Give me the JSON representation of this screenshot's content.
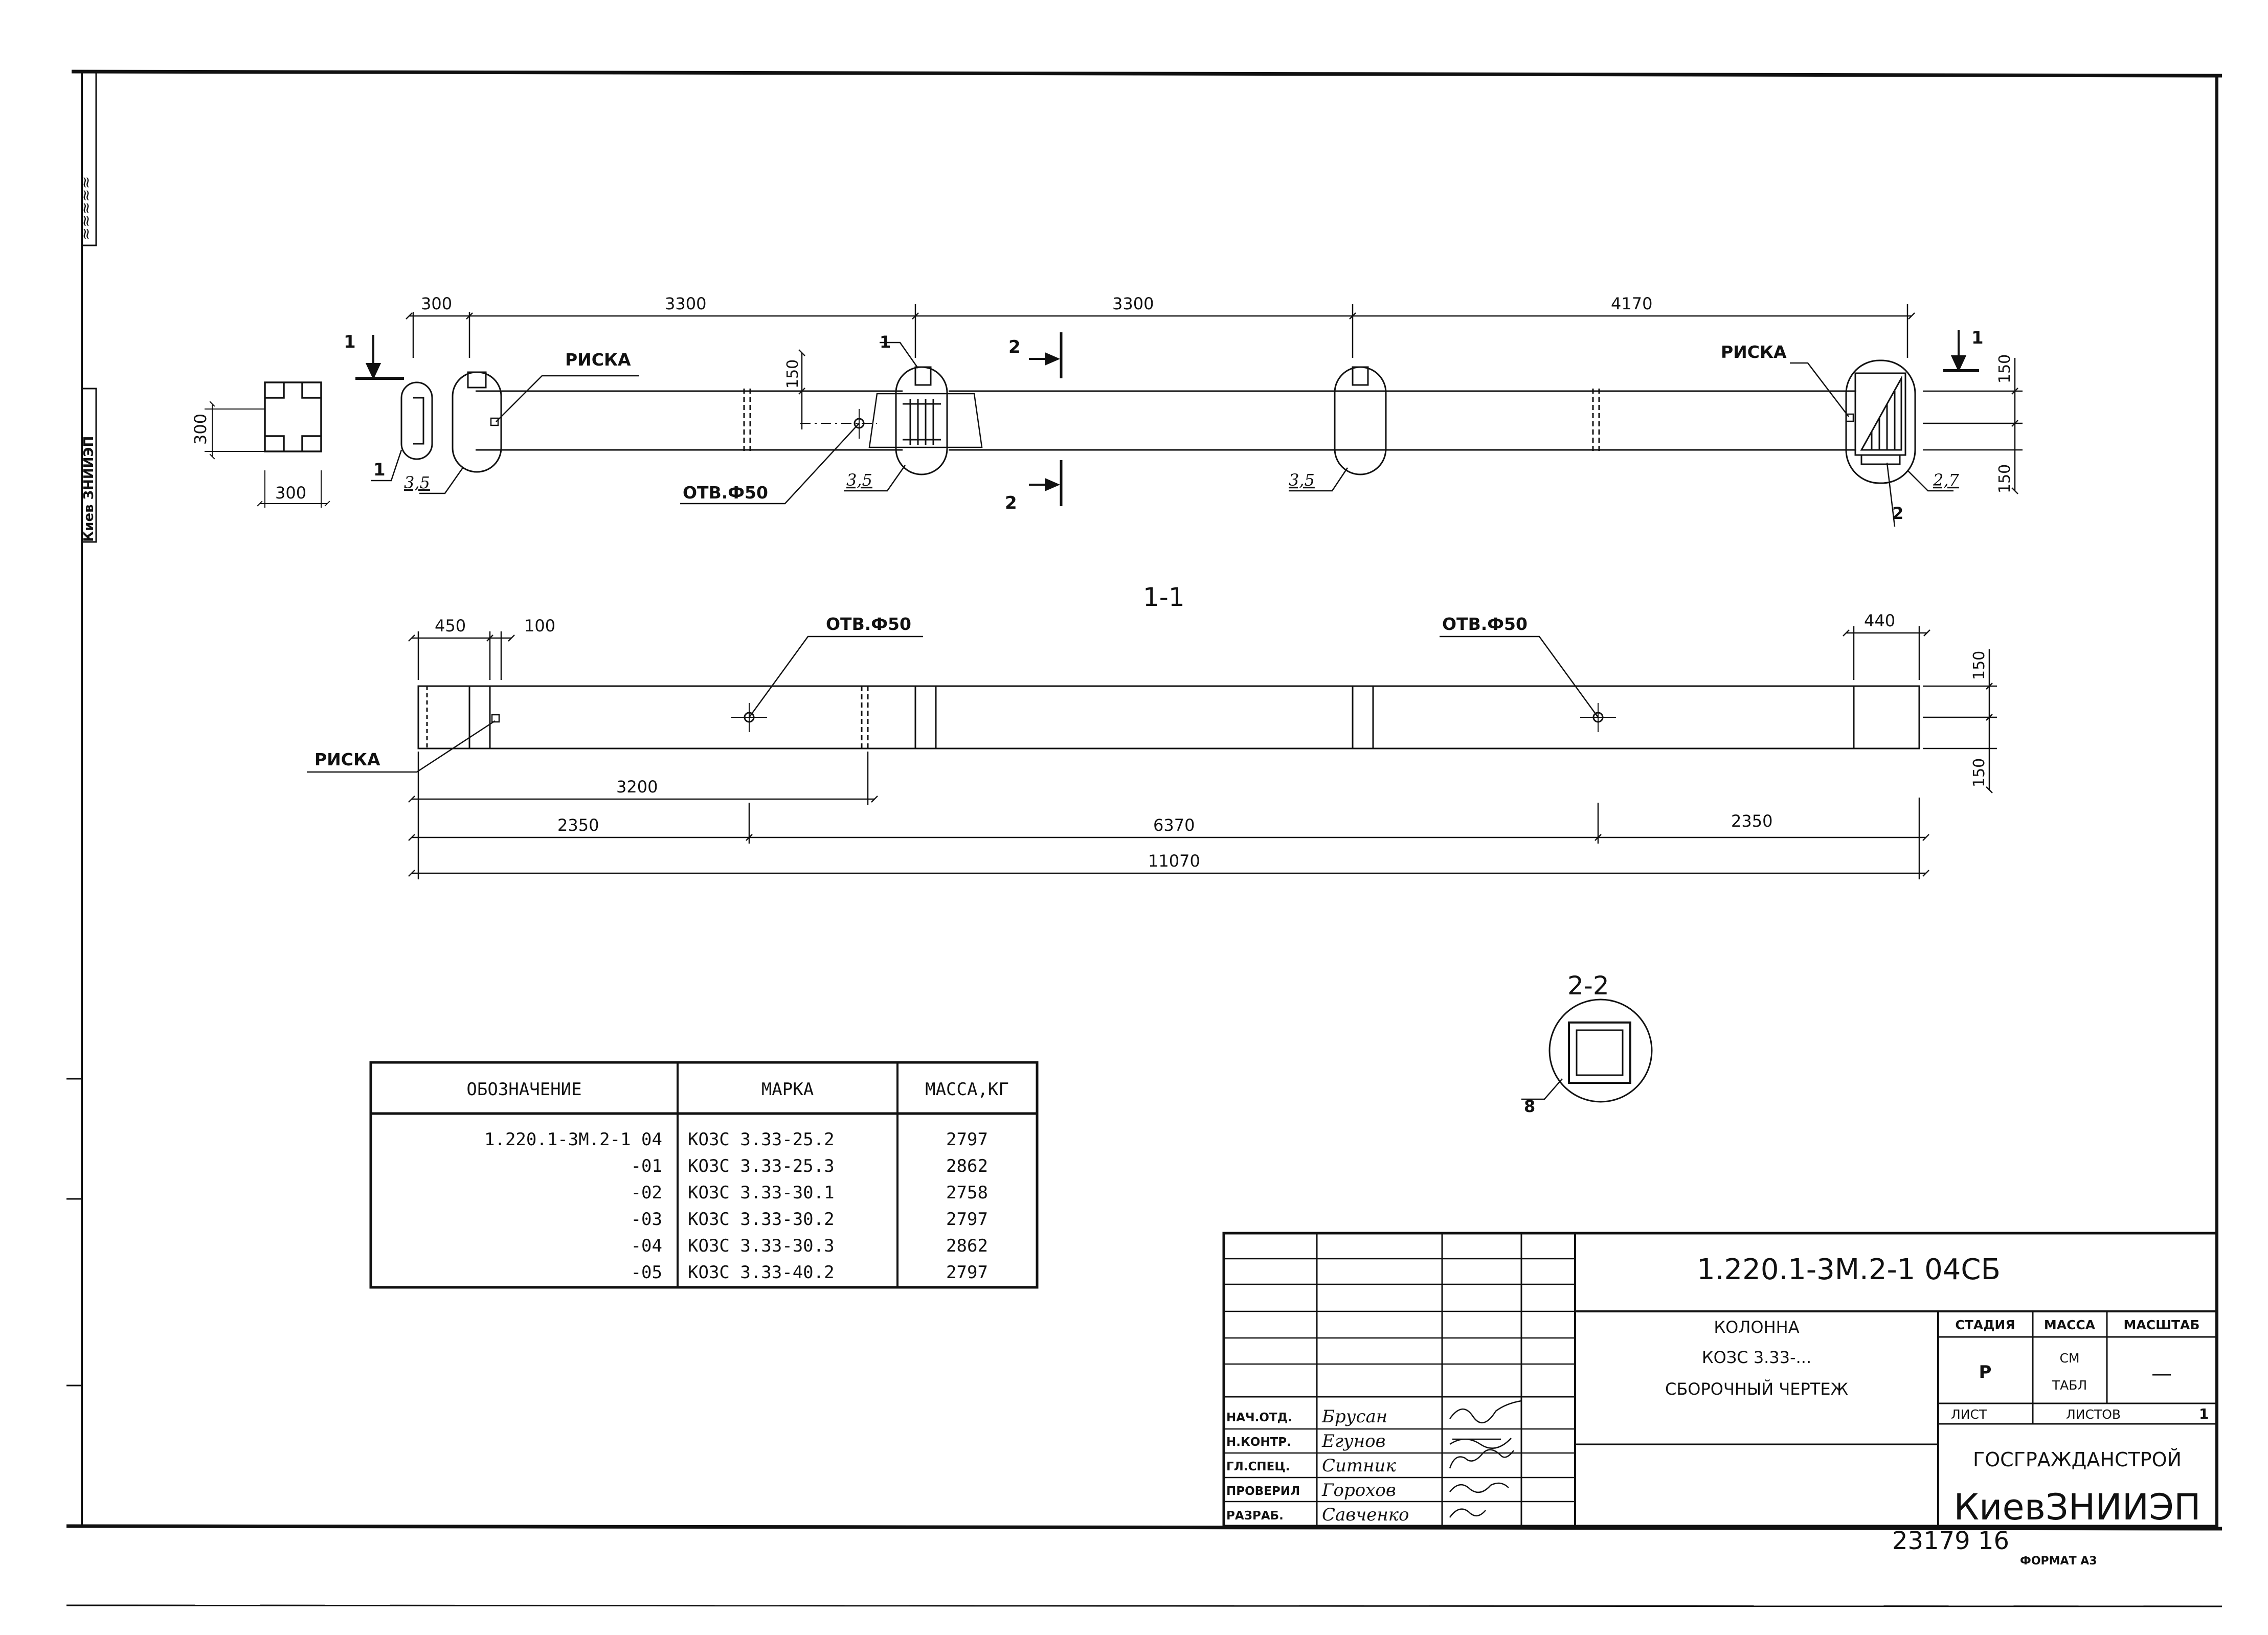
{
  "sheet": {
    "side_stamp": "Киев ЗНИИЭП",
    "sheet_number": "23179 16",
    "format": "ФОРМАТ А3"
  },
  "plan_view": {
    "dims_top": [
      "300",
      "3300",
      "3300",
      "4170"
    ],
    "section_size_vertical": "300",
    "section_size_horizontal": "300",
    "dims_right": [
      "150",
      "150"
    ],
    "mark_riska": "РИСКА",
    "hole_label": "ОТВ.Ф50",
    "weld_size_3_5": "3,5",
    "weld_size_2_7": "2,7",
    "dim_150": "150",
    "section_1_top": "1",
    "section_1_bottom": "1",
    "section_1_right": "1",
    "section_2_top": "2",
    "section_2_bottom": "2",
    "detail_1": "1",
    "detail_2": "2"
  },
  "section_1_1": {
    "title": "1-1",
    "dims_top": [
      "450",
      "100",
      "440"
    ],
    "hole_label": "ОТВ.Ф50",
    "mark_riska": "РИСКА",
    "dims_right": [
      "150",
      "150"
    ],
    "dim_3200": "3200",
    "dims_mid": [
      "2350",
      "6370",
      "2350"
    ],
    "dim_total": "11070"
  },
  "section_2_2": {
    "title": "2-2",
    "detail": "8"
  },
  "spec_table": {
    "headers": [
      "ОБОЗНАЧЕНИЕ",
      "МАРКА",
      "МАССА,КГ"
    ],
    "rows": [
      {
        "designation": "1.220.1-3М.2-1 04",
        "mark": "КОЗС 3.33-25.2",
        "mass": "2797"
      },
      {
        "designation": "-01",
        "mark": "КОЗС 3.33-25.3",
        "mass": "2862"
      },
      {
        "designation": "-02",
        "mark": "КОЗС 3.33-30.1",
        "mass": "2758"
      },
      {
        "designation": "-03",
        "mark": "КОЗС 3.33-30.2",
        "mass": "2797"
      },
      {
        "designation": "-04",
        "mark": "КОЗС 3.33-30.3",
        "mass": "2862"
      },
      {
        "designation": "-05",
        "mark": "КОЗС 3.33-40.2",
        "mass": "2797"
      }
    ]
  },
  "title_block": {
    "code": "1.220.1-3М.2-1 04СБ",
    "name_line1": "КОЛОННА",
    "name_line2": "КОЗС 3.33-...",
    "name_line3": "СБОРОЧНЫЙ ЧЕРТЕЖ",
    "stage_header": "СТАДИЯ",
    "mass_header": "МАССА",
    "scale_header": "МАСШТАБ",
    "stage_value": "Р",
    "mass_value_1": "СМ",
    "mass_value_2": "ТАБЛ",
    "scale_value": "—",
    "sheet_label": "ЛИСТ",
    "sheets_label": "ЛИСТОВ",
    "sheets_value": "1",
    "org_line1": "ГОСГРАЖДАНСТРОЙ",
    "org_line2": "КиевЗНИИЭП",
    "roles": [
      {
        "role": "НАЧ.ОТД.",
        "name": "Брусан"
      },
      {
        "role": "Н.КОНТР.",
        "name": "Егунов"
      },
      {
        "role": "ГЛ.СПЕЦ.",
        "name": "Ситник"
      },
      {
        "role": "ПРОВЕРИЛ",
        "name": "Горохов"
      },
      {
        "role": "РАЗРАБ.",
        "name": "Савченко"
      }
    ]
  }
}
